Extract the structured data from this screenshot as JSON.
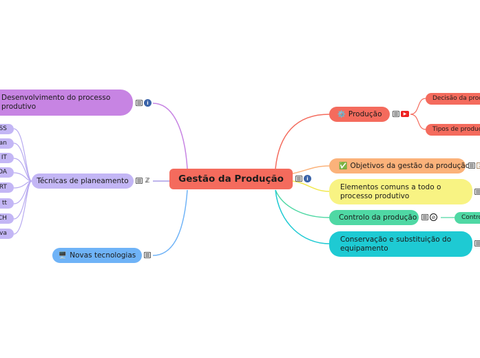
{
  "central": {
    "label": "Gestão da Produção"
  },
  "left": {
    "desenvolvimento": {
      "label": "Desenvolvimento do processo produtivo"
    },
    "tecnicas": {
      "label": "Técnicas de planeamento"
    },
    "novas": {
      "label": "Novas tecnologias",
      "emoji": "🖥️"
    },
    "tecnicas_children": [
      "SS",
      "an",
      "IT",
      "DA",
      "RT",
      "tt",
      "CH",
      "va"
    ]
  },
  "right": {
    "producao": {
      "label": "Produção",
      "emoji": "⚙️"
    },
    "decisao": {
      "label": "Decisão da produ"
    },
    "tipos": {
      "label": "Tipos de produç"
    },
    "objetivos": {
      "label": "Objetivos da gestão da produção",
      "emoji": "✅"
    },
    "elementos": {
      "label": "Elementos comuns a todo o processo produtivo"
    },
    "controlo": {
      "label": "Controlo da produção"
    },
    "controlo_child": {
      "label": "Contro"
    },
    "conservacao": {
      "label": "Conservação e substituição do equipamento"
    }
  },
  "colors": {
    "central": "#f46b5d",
    "desenvolvimento": "#c784e3",
    "tecnicas": "#c3b6f5",
    "novas": "#6fb3f7",
    "producao": "#f46b5d",
    "objetivos": "#fbb27a",
    "elementos": "#f8f383",
    "controlo": "#4fd8a4",
    "conservacao": "#1ecad3"
  },
  "icons": [
    "notes-icon",
    "info-icon",
    "youtube-icon",
    "zigzag-icon",
    "ban-icon",
    "checklist-icon"
  ]
}
